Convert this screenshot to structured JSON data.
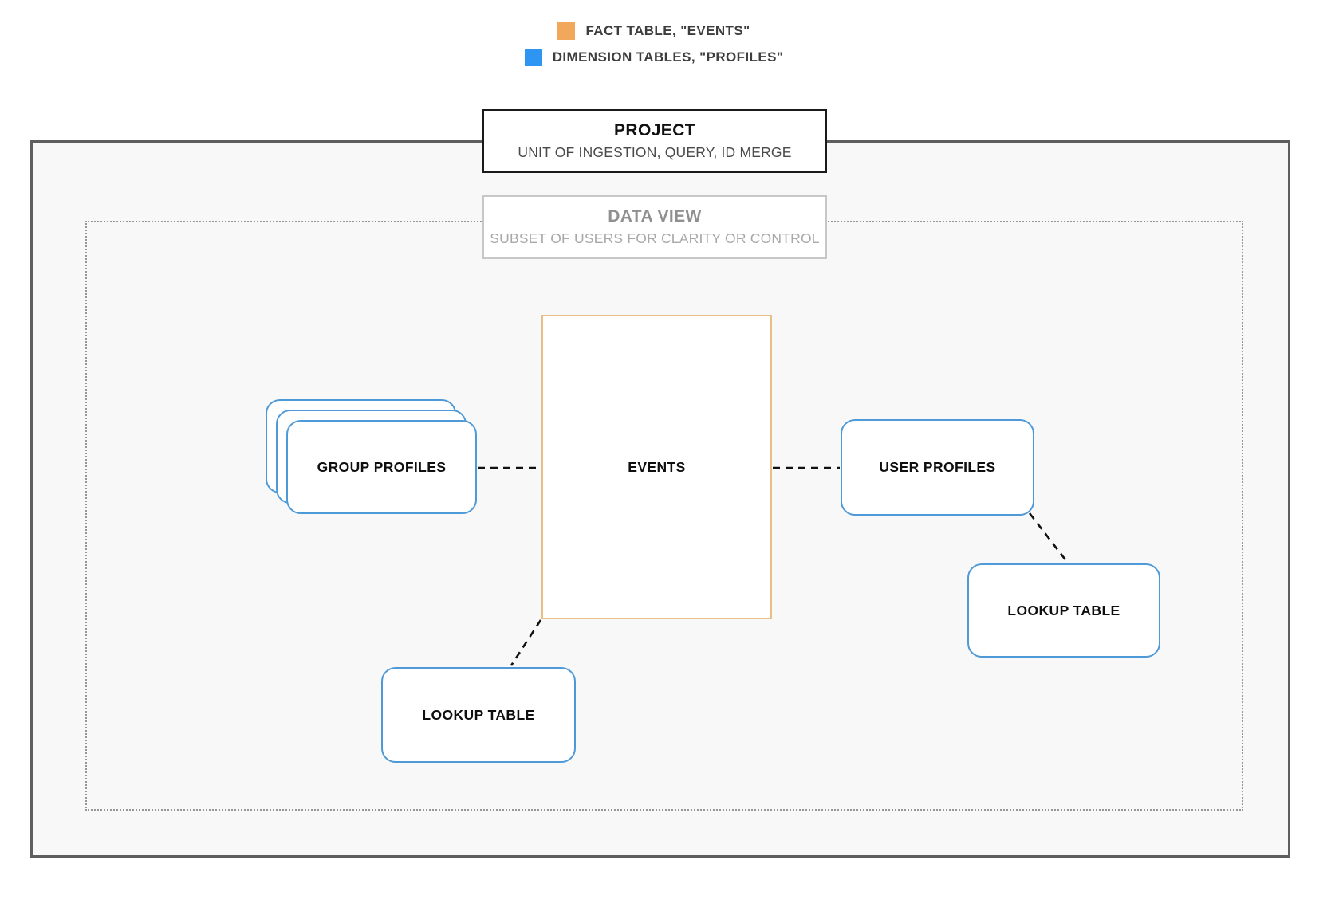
{
  "colors": {
    "fact_swatch": "#F2A85C",
    "fact_border": "#E9BE87",
    "dimension_swatch": "#2E96F2",
    "dimension_border": "#4E9AD9",
    "outer_border": "#5E5E5E",
    "inner_border": "#969696",
    "canvas_bg": "#F8F8F8",
    "connector": "#111111"
  },
  "legend": {
    "items": [
      {
        "swatch": "fact",
        "label": "FACT TABLE, \"EVENTS\""
      },
      {
        "swatch": "dimension",
        "label": "DIMENSION TABLES, \"PROFILES\""
      }
    ]
  },
  "project": {
    "title": "PROJECT",
    "subtitle": "UNIT OF INGESTION, QUERY, ID MERGE"
  },
  "data_view": {
    "title": "DATA VIEW",
    "subtitle": "SUBSET OF USERS FOR CLARITY OR CONTROL"
  },
  "nodes": {
    "events": {
      "label": "EVENTS",
      "type": "fact"
    },
    "group_profiles": {
      "label": "GROUP PROFILES",
      "type": "dimension",
      "stacked": true
    },
    "user_profiles": {
      "label": "USER PROFILES",
      "type": "dimension"
    },
    "lookup_table_right": {
      "label": "LOOKUP TABLE",
      "type": "dimension"
    },
    "lookup_table_bottom": {
      "label": "LOOKUP TABLE",
      "type": "dimension"
    }
  },
  "connections": [
    {
      "from": "group_profiles",
      "to": "events",
      "style": "dashed"
    },
    {
      "from": "events",
      "to": "user_profiles",
      "style": "dashed"
    },
    {
      "from": "user_profiles",
      "to": "lookup_table_right",
      "style": "dashed"
    },
    {
      "from": "events",
      "to": "lookup_table_bottom",
      "style": "dashed"
    }
  ]
}
